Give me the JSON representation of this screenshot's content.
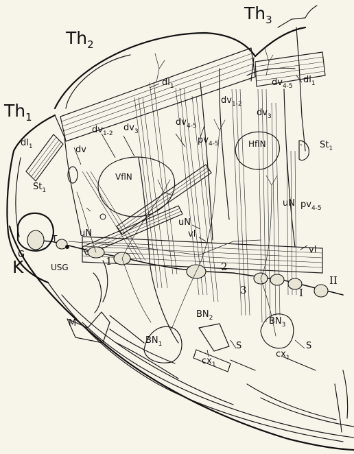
{
  "labels": {
    "th1": "Th",
    "th1_sub": "1",
    "th2": "Th",
    "th2_sub": "2",
    "th3": "Th",
    "th3_sub": "3",
    "K": "K",
    "G": "G",
    "T": "T",
    "M": "M",
    "USG": "USG",
    "dl1_a": "dl",
    "dl1_a_sub": "1",
    "dl1_b": "dl",
    "dl1_b_sub": "1",
    "dl1_c": "dl",
    "dl1_c_sub": "1",
    "st1_a": "St",
    "st1_a_sub": "1",
    "st1_b": "St",
    "st1_b_sub": "1",
    "dv": "dv",
    "dv12_a": "dv",
    "dv12_a_sub": "1-2",
    "dv3_a": "dv",
    "dv3_a_sub": "3",
    "dv45_a": "dv",
    "dv45_a_sub": "4-5",
    "dv12_b": "dv",
    "dv12_b_sub": "1-2",
    "dv3_b": "dv",
    "dv3_b_sub": "3",
    "dv45_b": "dv",
    "dv45_b_sub": "4-5",
    "pv45_a": "pv",
    "pv45_a_sub": "4-5",
    "pv45_b": "pv",
    "pv45_b_sub": "4-5",
    "vfin": "VflN",
    "hfin": "HflN",
    "un_a": "uN",
    "un_b": "uN",
    "un_c": "uN",
    "vl_a": "vl",
    "vl_b": "vl",
    "n1": "1",
    "n2": "2",
    "n3": "3",
    "nI": "I",
    "nII": "II",
    "bn1": "BN",
    "bn1_sub": "1",
    "bn2": "BN",
    "bn2_sub": "2",
    "bn3": "BN",
    "bn3_sub": "3",
    "cx1_a": "cx",
    "cx1_a_sub": "1",
    "cx1_b": "cx",
    "cx1_b_sub": "1",
    "s_a": "S",
    "s_b": "S"
  }
}
